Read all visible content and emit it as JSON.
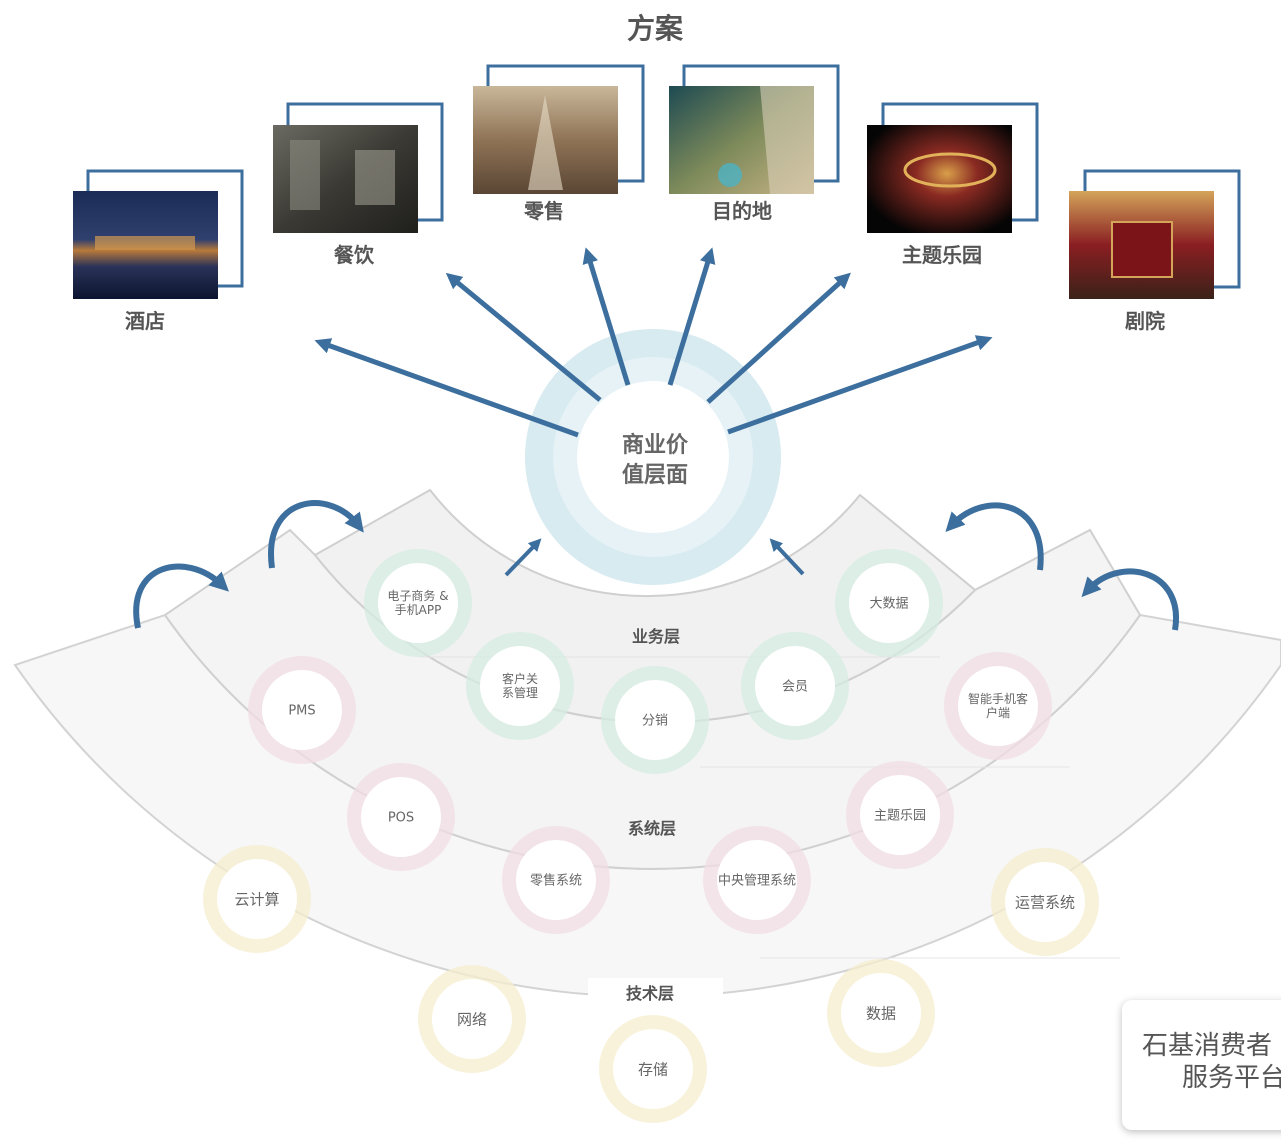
{
  "title": "方案",
  "center": {
    "line1": "商业价",
    "line2": "值层面"
  },
  "solutions": [
    {
      "key": "hotel",
      "label": "酒店",
      "icon": "hotel-night-photo"
    },
    {
      "key": "catering",
      "label": "餐饮",
      "icon": "restaurant-photo"
    },
    {
      "key": "retail",
      "label": "零售",
      "icon": "shopping-arcade-photo"
    },
    {
      "key": "destination",
      "label": "目的地",
      "icon": "resort-coast-photo"
    },
    {
      "key": "theme-park",
      "label": "主题乐园",
      "icon": "carousel-photo"
    },
    {
      "key": "theatre",
      "label": "剧院",
      "icon": "theatre-hall-photo"
    }
  ],
  "layers": {
    "business": {
      "label": "业务层",
      "items": [
        {
          "label": "电子商务 &\n手机APP"
        },
        {
          "label": "客户关\n系管理"
        },
        {
          "label": "分销"
        },
        {
          "label": "会员"
        },
        {
          "label": "大数据"
        }
      ]
    },
    "system": {
      "label": "系统层",
      "items": [
        {
          "label": "PMS"
        },
        {
          "label": "POS"
        },
        {
          "label": "零售系统"
        },
        {
          "label": "中央管理系统"
        },
        {
          "label": "主题乐园"
        },
        {
          "label": "智能手机客\n户端"
        }
      ]
    },
    "tech": {
      "label": "技术层",
      "items": [
        {
          "label": "云计算"
        },
        {
          "label": "网络"
        },
        {
          "label": "存储"
        },
        {
          "label": "数据"
        },
        {
          "label": "运营系统"
        }
      ]
    }
  },
  "corner": {
    "line1": "石基消费者",
    "line2": "服务平台"
  },
  "colors": {
    "arrow": "#3d6f9e",
    "frame": "#3d6f9e",
    "business_ring": "#d6ece2",
    "system_ring": "#f1dde5",
    "tech_ring": "#f6edcf",
    "center_ring": "#cfe6ee"
  }
}
